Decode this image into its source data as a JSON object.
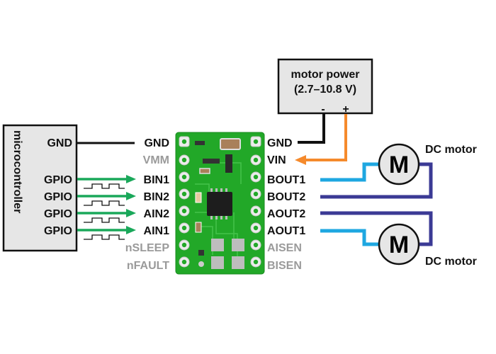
{
  "microcontroller": {
    "title": "microcontroller",
    "pins": [
      "GND",
      "GPIO",
      "GPIO",
      "GPIO",
      "GPIO"
    ]
  },
  "driver": {
    "left_pins": [
      {
        "label": "GND",
        "muted": false
      },
      {
        "label": "VMM",
        "muted": true
      },
      {
        "label": "BIN1",
        "muted": false
      },
      {
        "label": "BIN2",
        "muted": false
      },
      {
        "label": "AIN2",
        "muted": false
      },
      {
        "label": "AIN1",
        "muted": false
      },
      {
        "label": "nSLEEP",
        "muted": true
      },
      {
        "label": "nFAULT",
        "muted": true
      }
    ],
    "right_pins": [
      {
        "label": "GND",
        "muted": false
      },
      {
        "label": "VIN",
        "muted": false
      },
      {
        "label": "BOUT1",
        "muted": false
      },
      {
        "label": "BOUT2",
        "muted": false
      },
      {
        "label": "AOUT2",
        "muted": false
      },
      {
        "label": "AOUT1",
        "muted": false
      },
      {
        "label": "AISEN",
        "muted": true
      },
      {
        "label": "BISEN",
        "muted": true
      }
    ]
  },
  "power": {
    "title": "motor power",
    "range": "(2.7–10.8 V)",
    "minus": "-",
    "plus": "+"
  },
  "motors": [
    {
      "label": "DC motor",
      "glyph": "M"
    },
    {
      "label": "DC motor",
      "glyph": "M"
    }
  ],
  "colors": {
    "signal_green": "#1aa85a",
    "power_orange": "#f58a2c",
    "out1_light_blue": "#1ea7e1",
    "out2_dark_blue": "#3b3a95",
    "pcb_green": "#22a828",
    "box_fill": "#e6e6e6"
  }
}
